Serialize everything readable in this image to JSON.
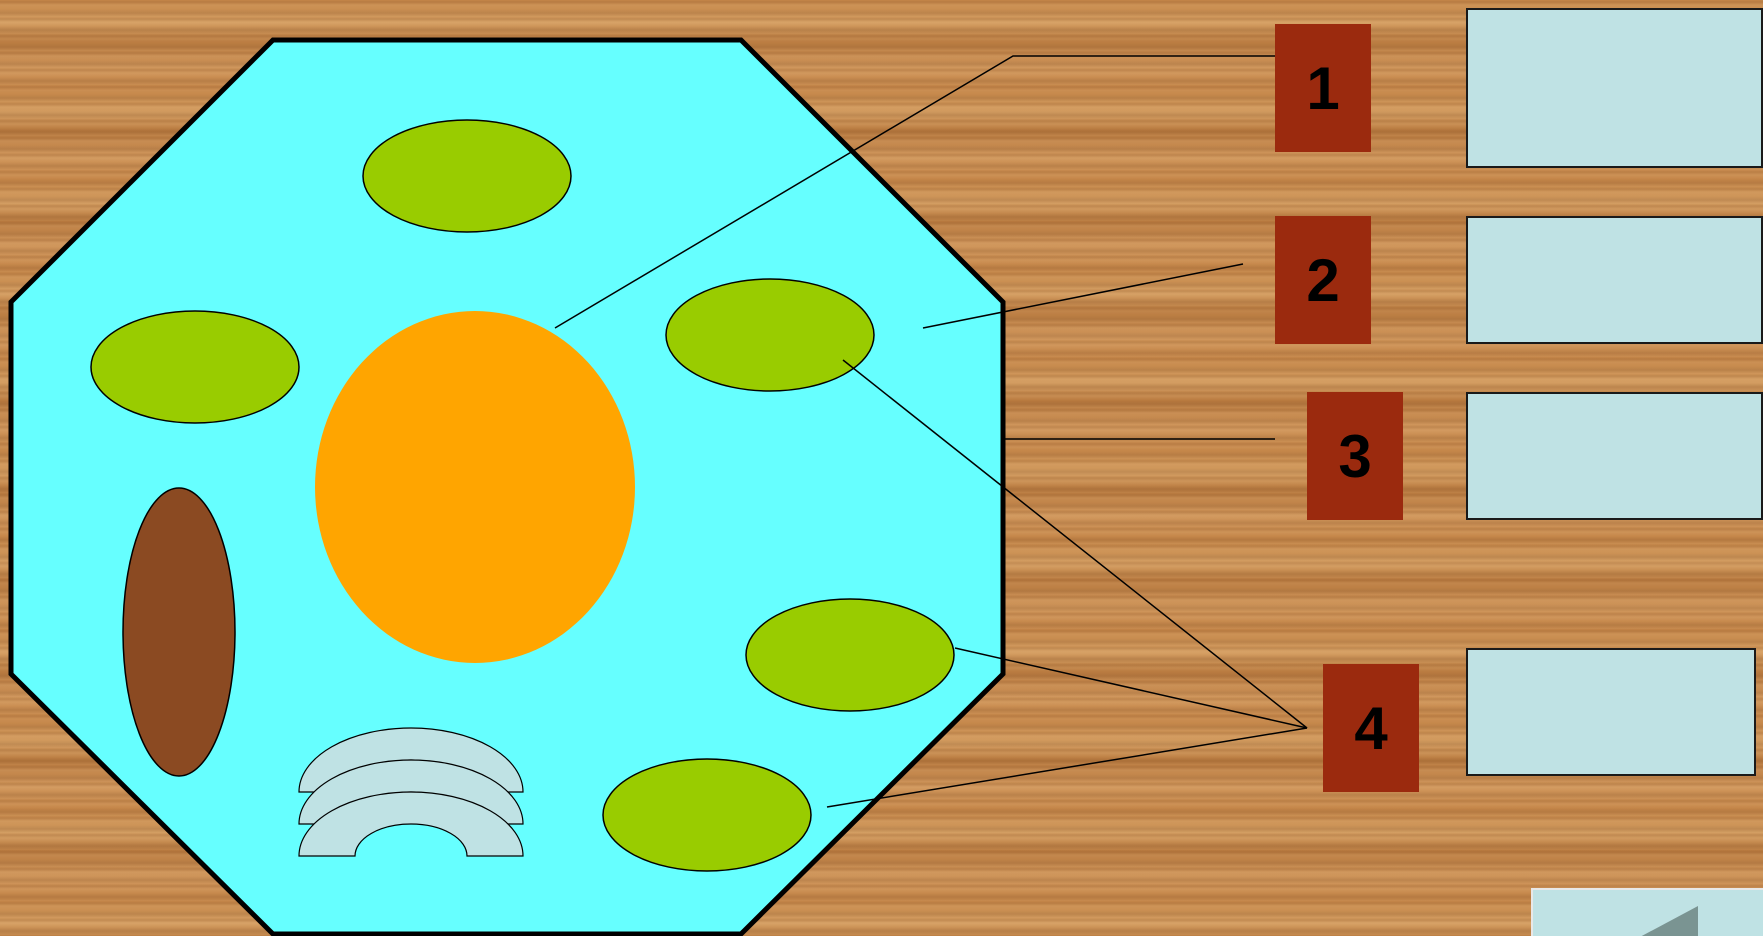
{
  "labels": [
    {
      "number": "1",
      "answer": ""
    },
    {
      "number": "2",
      "answer": ""
    },
    {
      "number": "3",
      "answer": ""
    },
    {
      "number": "4",
      "answer": ""
    }
  ],
  "colors": {
    "cytoplasm": "#66ffff",
    "nucleus": "#ffa500",
    "plastid": "#99cc00",
    "vacuole": "#8b4a22",
    "golgi": "#bfe2e4",
    "label_box": "#9b2a0e",
    "answer_box": "#bfe2e4"
  },
  "icons": {
    "nav": "triangle-left-icon"
  }
}
